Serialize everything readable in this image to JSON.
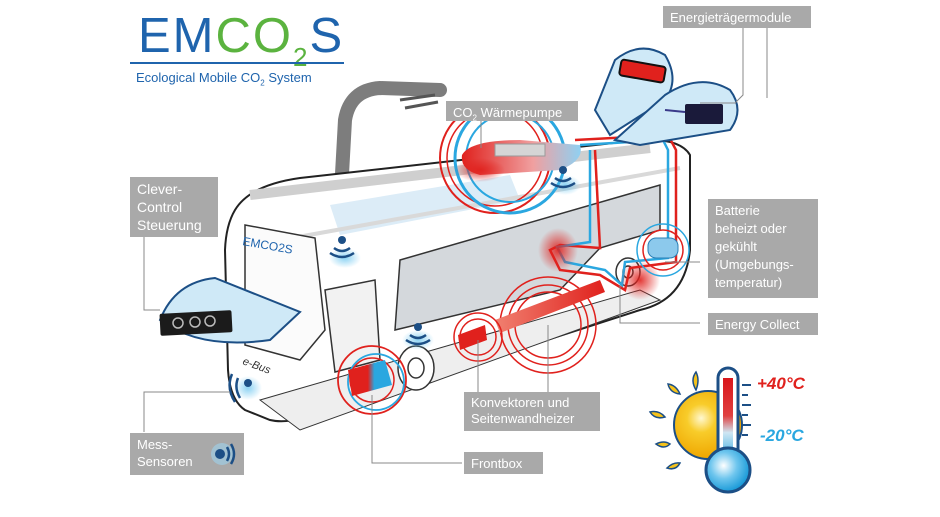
{
  "logo": {
    "title_part1": "EM",
    "title_part2": "CO",
    "title_sub": "2",
    "title_part3": "S",
    "tagline_a": "Ecological Mobile CO",
    "tagline_sub": "2",
    "tagline_b": " System",
    "bus_badge": "EMCO2S",
    "bus_lettering": "e-Bus"
  },
  "labels": {
    "energietraeger": "Energieträgermodule",
    "waermepumpe_a": "CO",
    "waermepumpe_sub": "2",
    "waermepumpe_b": " Wärmepumpe",
    "clever_1": "Clever-",
    "clever_2": "Control",
    "clever_3": "Steuerung",
    "batterie_1": "Batterie",
    "batterie_2": "beheizt oder",
    "batterie_3": "gekühlt",
    "batterie_4": "(Umgebungs-",
    "batterie_5": "temperatur)",
    "energy_collect": "Energy Collect",
    "konvektoren_1": "Konvektoren und",
    "konvektoren_2": "Seitenwandheizer",
    "frontbox": "Frontbox",
    "mess_1": "Mess-",
    "mess_2": "Sensoren"
  },
  "temperature": {
    "max": "+40°C",
    "min": "-20°C"
  },
  "colors": {
    "brand_blue": "#1f64ad",
    "brand_green": "#5bb33f",
    "label_gray": "#a9a9a9",
    "hot_red": "#e0211d",
    "cold_blue": "#2aa7e0",
    "sensor_navy": "#1c4f86",
    "sun_yellow": "#f6c21a"
  }
}
